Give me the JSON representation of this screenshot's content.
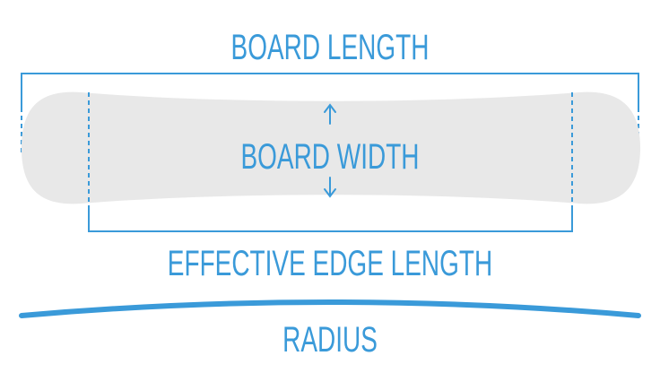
{
  "labels": {
    "board_length": "BOARD LENGTH",
    "board_width": "BOARD WIDTH",
    "effective_edge_length": "EFFECTIVE EDGE LENGTH",
    "radius": "RADIUS"
  },
  "colors": {
    "accent": "#3a9ad9",
    "board_fill": "#e8e8e8",
    "background": "#ffffff"
  }
}
